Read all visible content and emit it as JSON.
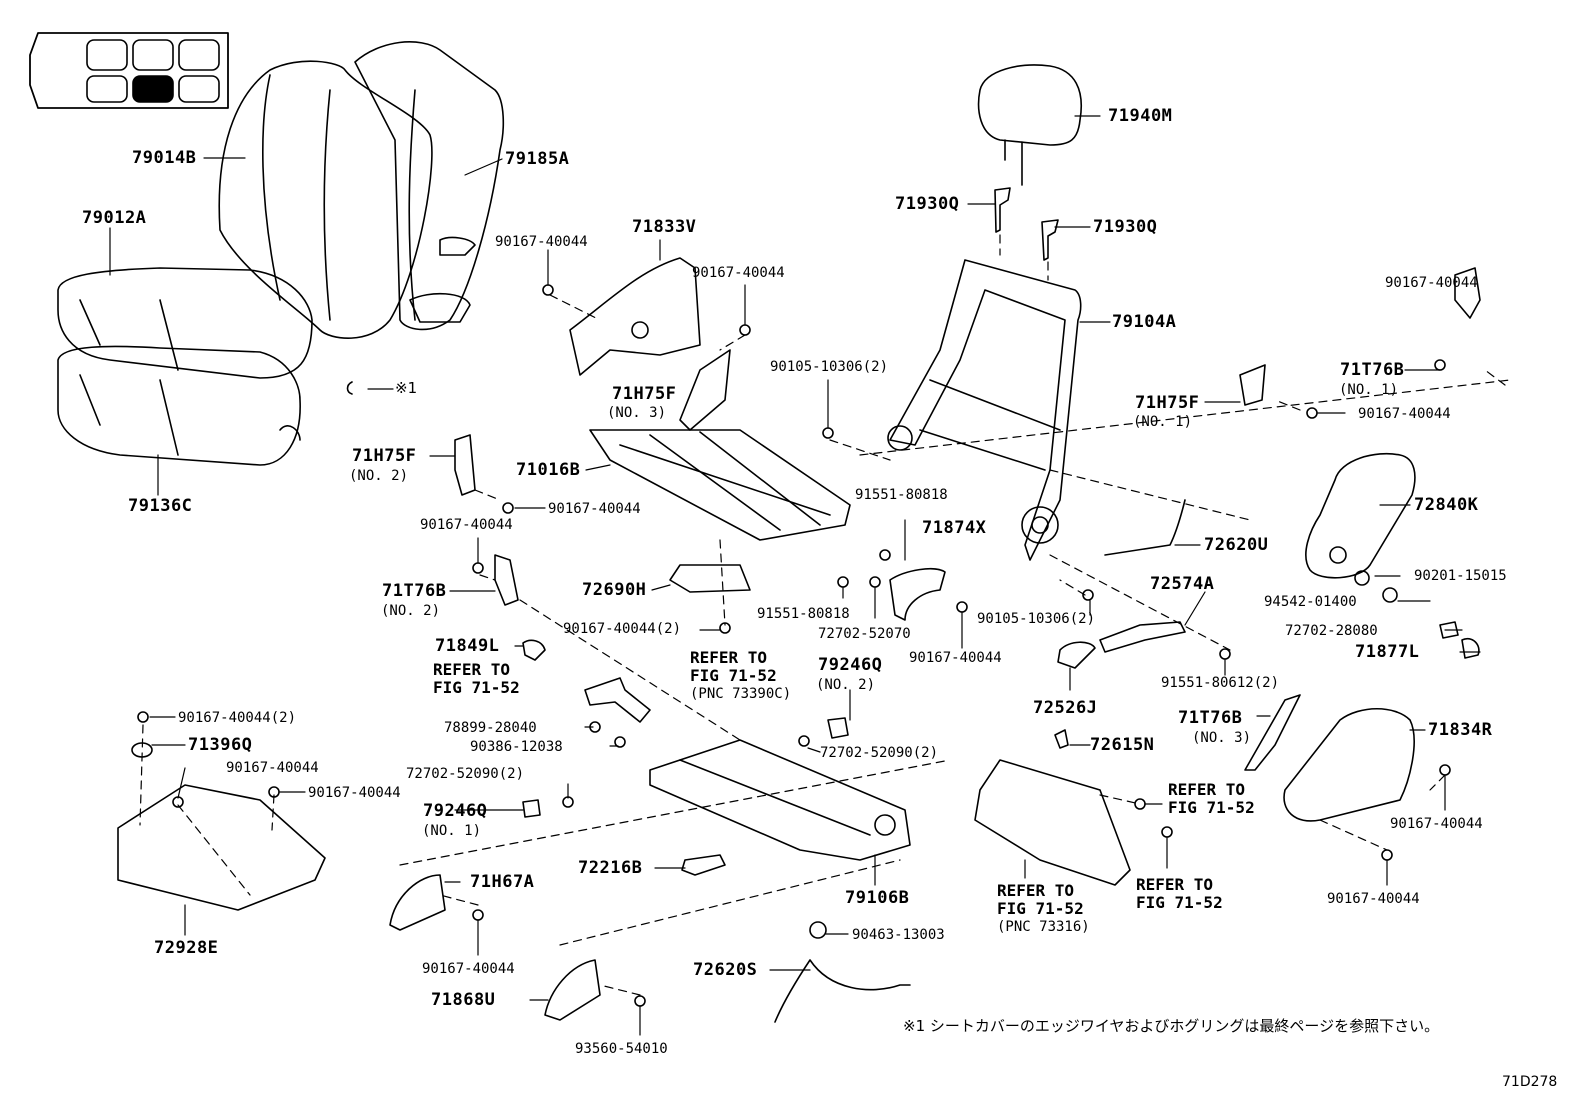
{
  "figure_id": "71D278",
  "footnote": "※1 シートカバーのエッジワイヤおよびホグリングは最終ページを参照下さい。",
  "marker_note": "※1",
  "locator": {
    "highlighted_cell": "rear-center-lower"
  },
  "parts": {
    "p79014B": "79014B",
    "p79185A": "79185A",
    "p79012A": "79012A",
    "p79136C": "79136C",
    "p71940M": "71940M",
    "p71930Q_a": "71930Q",
    "p71930Q_b": "71930Q",
    "p79104A": "79104A",
    "p71833V": "71833V",
    "p90167_a": "90167-40044",
    "p90167_b": "90167-40044",
    "p71H75F_3": "71H75F",
    "p71H75F_3_sub": "(NO. 3)",
    "p71016B": "71016B",
    "p90105_a": "90105-10306(2)",
    "p71H75F_2": "71H75F",
    "p71H75F_2_sub": "(NO. 2)",
    "p90167_c": "90167-40044",
    "p90167_d": "90167-40044",
    "p71T76B_2": "71T76B",
    "p71T76B_2_sub": "(NO. 2)",
    "p72690H": "72690H",
    "p90167_e": "90167-40044(2)",
    "p71849L": "71849L",
    "p91551_a": "91551-80818",
    "p91551_b": "91551-80818",
    "p72702_a": "72702-52070",
    "p71874X": "71874X",
    "p90167_f": "90167-40044",
    "p90167_g": "90167-40044",
    "p71T76B_1": "71T76B",
    "p71T76B_1_sub": "(NO. 1)",
    "p71H75F_1": "71H75F",
    "p71H75F_1_sub": "(NO. 1)",
    "p90167_h": "90167-40044",
    "p72840K": "72840K",
    "p72620U": "72620U",
    "p90201": "90201-15015",
    "p72574A": "72574A",
    "p94542": "94542-01400",
    "p90105_b": "90105-10306(2)",
    "p72702_b": "72702-28080",
    "p71877L": "71877L",
    "p91551_c": "91551-80612(2)",
    "p72526J": "72526J",
    "p72615N": "72615N",
    "p71T76B_3": "71T76B",
    "p71T76B_3_sub": "(NO. 3)",
    "p71834R": "71834R",
    "p79246Q_2": "79246Q",
    "p79246Q_2_sub": "(NO. 2)",
    "p79246Q_1": "79246Q",
    "p79246Q_1_sub": "(NO. 1)",
    "p78899": "78899-28040",
    "p90386": "90386-12038",
    "p72702_c": "72702-52090(2)",
    "p72702_d": "72702-52090(2)",
    "p90167_i": "90167-40044(2)",
    "p71396Q": "71396Q",
    "p90167_j": "90167-40044",
    "p90167_k": "90167-40044",
    "p72928E": "72928E",
    "p72216B": "72216B",
    "p79106B": "79106B",
    "p71H67A": "71H67A",
    "p90167_l": "90167-40044",
    "p71868U": "71868U",
    "p93560": "93560-54010",
    "p90463": "90463-13003",
    "p72620S": "72620S",
    "p90167_m": "90167-40044",
    "p90167_n": "90167-40044"
  },
  "refs": {
    "r1_l1": "REFER TO",
    "r1_l2": "FIG 71-52",
    "r2_l1": "REFER TO",
    "r2_l2": "FIG 71-52",
    "r2_l3": "(PNC 73390C)",
    "r3_l1": "REFER TO",
    "r3_l2": "FIG 71-52",
    "r4_l1": "REFER TO",
    "r4_l2": "FIG 71-52",
    "r4_l3": "(PNC 73316)",
    "r5_l1": "REFER TO",
    "r5_l2": "FIG 71-52"
  }
}
